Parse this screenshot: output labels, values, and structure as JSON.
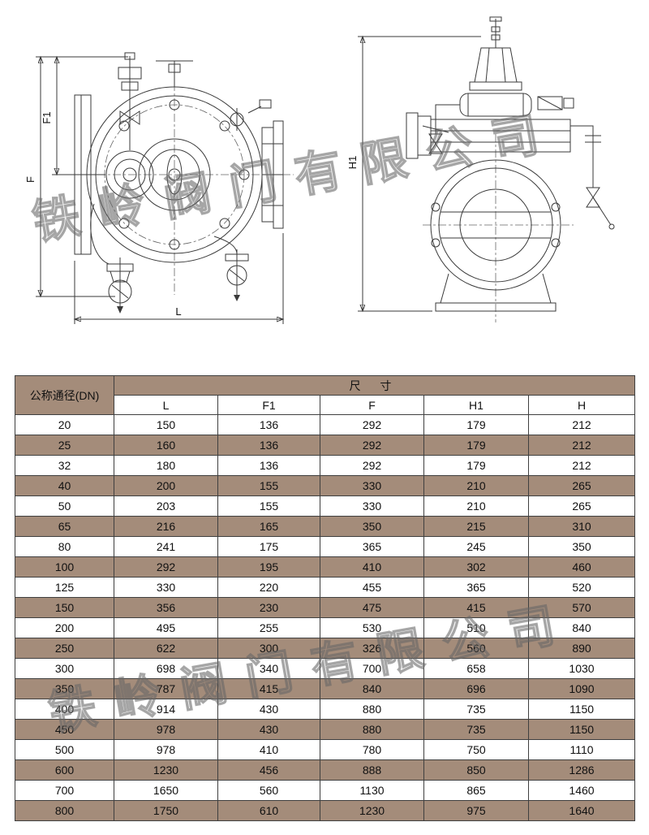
{
  "watermark": {
    "text": "铁岭阀门有限公司"
  },
  "colors": {
    "tan": "#a48c7a",
    "border": "#3f3f3f"
  },
  "drawings": {
    "front_view": {
      "labels": {
        "F": "F",
        "F1": "F1",
        "L": "L"
      }
    },
    "side_view": {
      "labels": {
        "H1": "H1"
      }
    }
  },
  "table": {
    "dn_header": "公称通径(DN)",
    "size_header": "尺 寸",
    "columns": [
      "L",
      "F1",
      "F",
      "H1",
      "H"
    ],
    "rows": [
      {
        "dn": "20",
        "values": [
          "150",
          "136",
          "292",
          "179",
          "212"
        ]
      },
      {
        "dn": "25",
        "values": [
          "160",
          "136",
          "292",
          "179",
          "212"
        ]
      },
      {
        "dn": "32",
        "values": [
          "180",
          "136",
          "292",
          "179",
          "212"
        ]
      },
      {
        "dn": "40",
        "values": [
          "200",
          "155",
          "330",
          "210",
          "265"
        ]
      },
      {
        "dn": "50",
        "values": [
          "203",
          "155",
          "330",
          "210",
          "265"
        ]
      },
      {
        "dn": "65",
        "values": [
          "216",
          "165",
          "350",
          "215",
          "310"
        ]
      },
      {
        "dn": "80",
        "values": [
          "241",
          "175",
          "365",
          "245",
          "350"
        ]
      },
      {
        "dn": "100",
        "values": [
          "292",
          "195",
          "410",
          "302",
          "460"
        ]
      },
      {
        "dn": "125",
        "values": [
          "330",
          "220",
          "455",
          "365",
          "520"
        ]
      },
      {
        "dn": "150",
        "values": [
          "356",
          "230",
          "475",
          "415",
          "570"
        ]
      },
      {
        "dn": "200",
        "values": [
          "495",
          "255",
          "530",
          "510",
          "840"
        ]
      },
      {
        "dn": "250",
        "values": [
          "622",
          "300",
          "326",
          "560",
          "890"
        ]
      },
      {
        "dn": "300",
        "values": [
          "698",
          "340",
          "700",
          "658",
          "1030"
        ]
      },
      {
        "dn": "350",
        "values": [
          "787",
          "415",
          "840",
          "696",
          "1090"
        ]
      },
      {
        "dn": "400",
        "values": [
          "914",
          "430",
          "880",
          "735",
          "1150"
        ]
      },
      {
        "dn": "450",
        "values": [
          "978",
          "430",
          "880",
          "735",
          "1150"
        ]
      },
      {
        "dn": "500",
        "values": [
          "978",
          "410",
          "780",
          "750",
          "1110"
        ]
      },
      {
        "dn": "600",
        "values": [
          "1230",
          "456",
          "888",
          "850",
          "1286"
        ]
      },
      {
        "dn": "700",
        "values": [
          "1650",
          "560",
          "1130",
          "865",
          "1460"
        ]
      },
      {
        "dn": "800",
        "values": [
          "1750",
          "610",
          "1230",
          "975",
          "1640"
        ]
      }
    ]
  }
}
